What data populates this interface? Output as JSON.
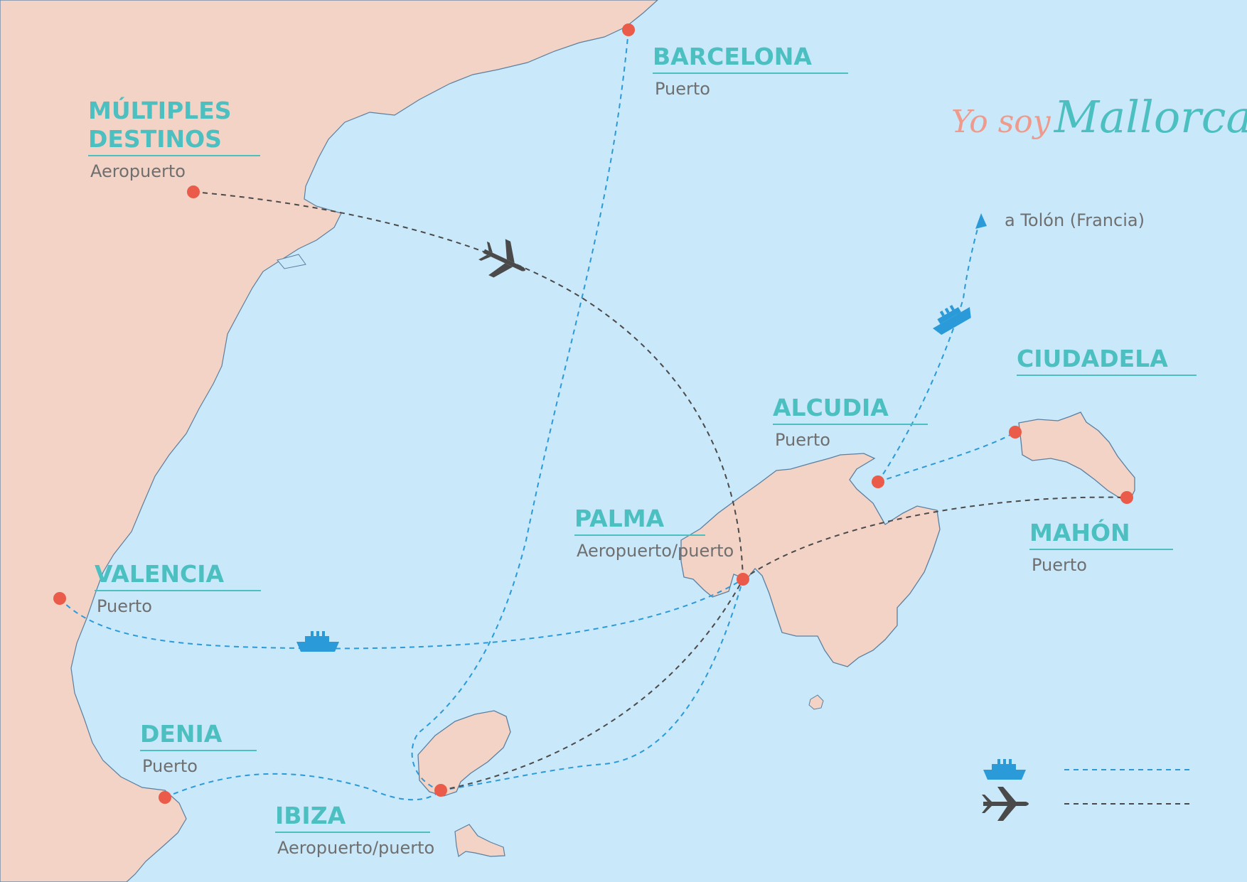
{
  "logo": {
    "part1": "Yo soy",
    "part2": "Mallorca"
  },
  "places": {
    "barcelona": {
      "name": "BARCELONA",
      "type": "Puerto"
    },
    "multiples": {
      "name": "MÚLTIPLES\nDESTINOS",
      "type": "Aeropuerto"
    },
    "valencia": {
      "name": "VALENCIA",
      "type": "Puerto"
    },
    "denia": {
      "name": "DENIA",
      "type": "Puerto"
    },
    "ibiza": {
      "name": "IBIZA",
      "type": "Aeropuerto/puerto"
    },
    "palma": {
      "name": "PALMA",
      "type": "Aeropuerto/puerto"
    },
    "alcudia": {
      "name": "ALCUDIA",
      "type": "Puerto"
    },
    "ciudadela": {
      "name": "CIUDADELA",
      "type": ""
    },
    "mahon": {
      "name": "MAHÓN",
      "type": "Puerto"
    }
  },
  "destination_note": "a Tolón (Francia)",
  "colors": {
    "sea": "#c9e8fa",
    "land": "#f3d3c6",
    "accent": "#4cbfc1",
    "port_dot": "#ea5b4a",
    "ferry": "#2b9ad8",
    "flight": "#4a4a4a"
  },
  "icons": {
    "ferry": "ship-icon",
    "flight": "airplane-icon"
  }
}
